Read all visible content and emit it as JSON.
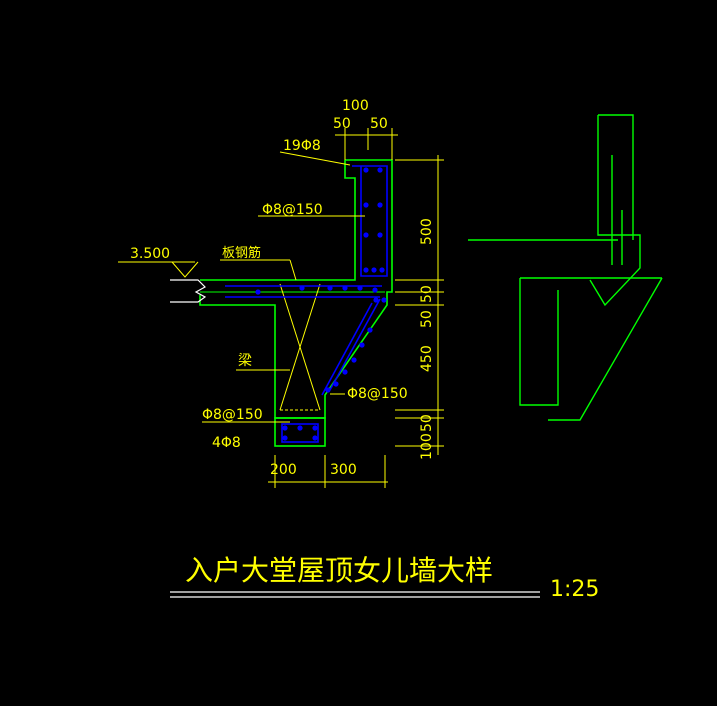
{
  "drawing": {
    "title": "入户大堂屋顶女儿墙大样",
    "scale": "1:25",
    "colors": {
      "background": "#000000",
      "concrete": "#00ff00",
      "rebar": "#0000ff",
      "dimension": "#ffff00",
      "label": "#ffff00",
      "hatch": "#ffff00"
    },
    "dimensions": {
      "top_total": "100",
      "top_left": "50",
      "top_right": "50",
      "right_500": "500",
      "right_50a": "50",
      "right_50b": "50",
      "right_450": "450",
      "right_50c": "50",
      "right_100": "100",
      "bottom_200": "200",
      "bottom_300": "300"
    },
    "labels": {
      "top_bars": "19Φ8",
      "wall_stirrup": "Φ8@150",
      "slab_rebar": "板钢筋",
      "elevation": "3.500",
      "beam": "梁",
      "haunch_stirrup": "Φ8@150",
      "beam_stirrup": "Φ8@150",
      "beam_bars": "4Φ8"
    }
  }
}
